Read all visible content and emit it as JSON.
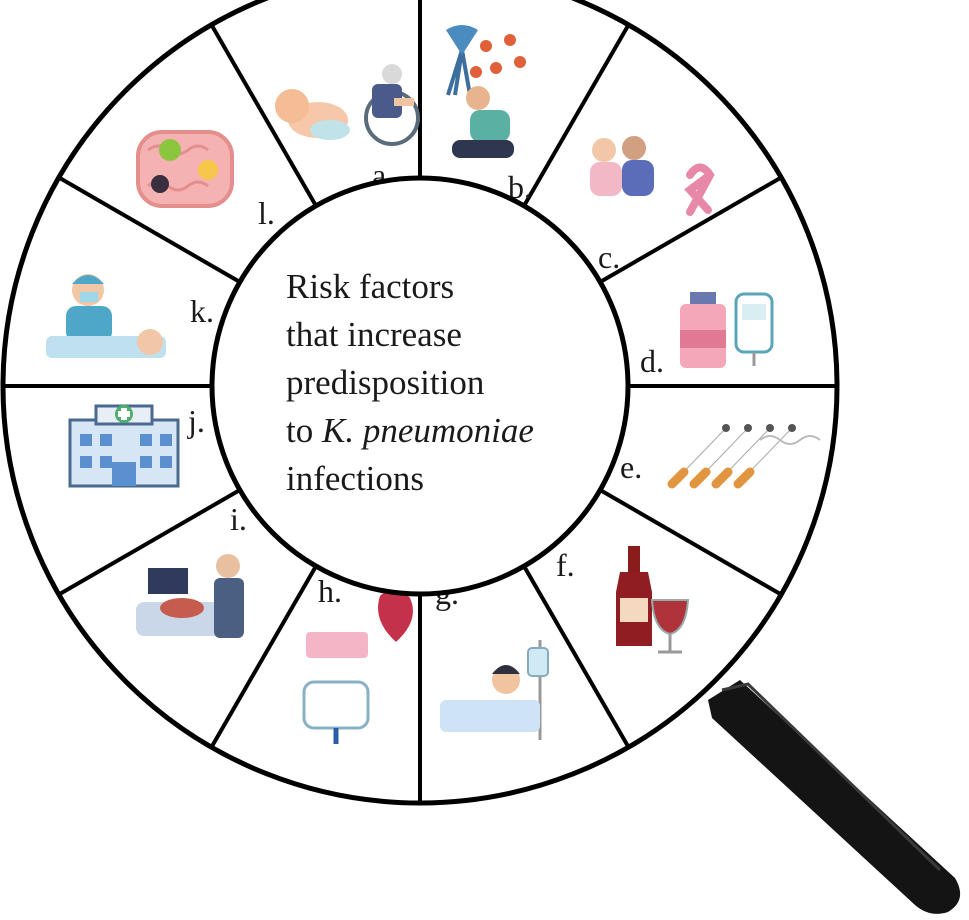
{
  "center": {
    "lines": [
      [
        "Risk factors",
        ""
      ],
      [
        "that increase",
        ""
      ],
      [
        "predisposition",
        ""
      ],
      [
        "to ",
        "K. pneumoniae"
      ],
      [
        "infections",
        ""
      ]
    ]
  },
  "segments": [
    {
      "label": "a.",
      "icon": "infant-and-elderly-wheelchair-icon"
    },
    {
      "label": "b.",
      "icon": "immunocompromised-umbrella-virus-icon"
    },
    {
      "label": "c.",
      "icon": "cancer-ribbon-icon"
    },
    {
      "label": "d.",
      "icon": "insulin-glucometer-diabetes-icon"
    },
    {
      "label": "e.",
      "icon": "cigarettes-smoking-icon"
    },
    {
      "label": "f.",
      "icon": "wine-bottle-glass-alcohol-icon"
    },
    {
      "label": "g.",
      "icon": "hospitalized-patient-iv-drip-icon"
    },
    {
      "label": "h.",
      "icon": "medical-devices-catheter-icon"
    },
    {
      "label": "i.",
      "icon": "surgery-ventilator-icon"
    },
    {
      "label": "j.",
      "icon": "hospital-building-icon"
    },
    {
      "label": "k.",
      "icon": "surgeon-operating-icon"
    },
    {
      "label": "l.",
      "icon": "gut-microbiota-icon"
    }
  ],
  "magnifier": {
    "ring_color": "#000000",
    "handle_color": "#111111"
  }
}
